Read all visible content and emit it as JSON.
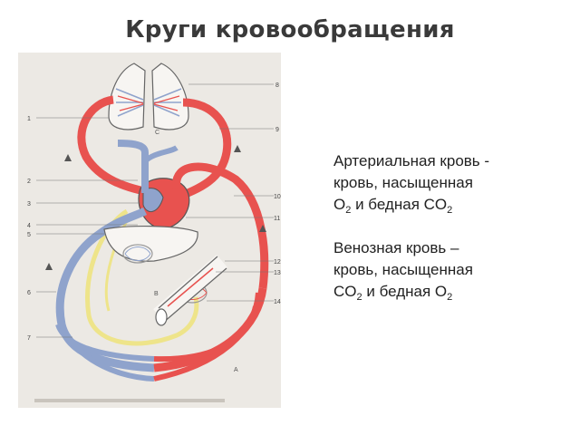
{
  "title": "Круги кровообращения",
  "arterial": {
    "line1": "Артериальная кровь  -",
    "line2": "кровь, насыщенная",
    "line3_a": "O",
    "line3_sub1": "2",
    "line3_b": " и бедная CO",
    "line3_sub2": "2"
  },
  "venous": {
    "line1": "Венозная кровь –",
    "line2": "кровь, насыщенная",
    "line3_a": "CO",
    "line3_sub1": "2",
    "line3_b": " и бедная O",
    "line3_sub2": "2"
  },
  "diagram": {
    "left_numbers": [
      "1",
      "2",
      "3",
      "4",
      "5",
      "6",
      "7"
    ],
    "right_numbers": [
      "8",
      "9",
      "10",
      "11",
      "12",
      "13",
      "14"
    ],
    "letters": [
      "С",
      "В",
      "А"
    ],
    "colors": {
      "arterial": "#e8524f",
      "venous": "#8fa3cc",
      "lymph": "#eee48a",
      "paper": "#ece9e4"
    }
  }
}
